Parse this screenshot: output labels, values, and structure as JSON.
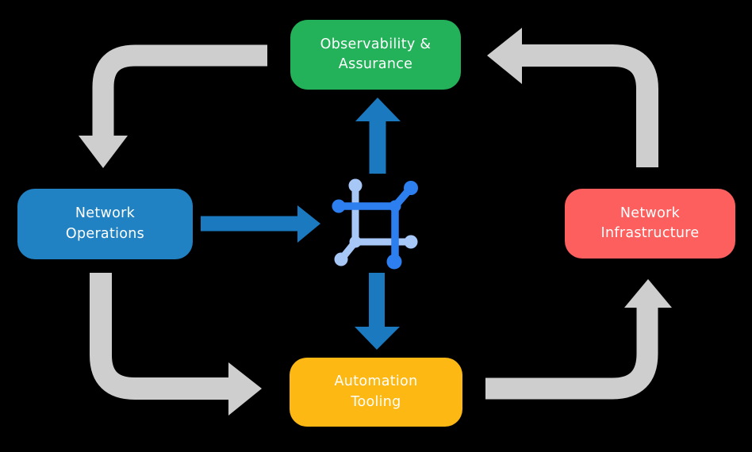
{
  "diagram": {
    "type": "cycle-flow-diagram",
    "background": "#000000",
    "colors": {
      "arrow_gray": "#CECECE",
      "arrow_blue": "#1B79C0",
      "icon_blue_dark": "#2D7FF0",
      "icon_blue_light": "#A7C7F6",
      "node_green": "#23B159",
      "node_blue": "#2182C3",
      "node_red": "#FC5F5D",
      "node_yellow": "#FDB813",
      "text": "#FFFFFF"
    },
    "nodes": [
      {
        "id": "observability-assurance",
        "lines": [
          "Observability &",
          "Assurance"
        ],
        "color": "#23B159"
      },
      {
        "id": "network-operations",
        "lines": [
          "Network",
          "Operations"
        ],
        "color": "#2182C3"
      },
      {
        "id": "network-infrastructure",
        "lines": [
          "Network",
          "Infrastructure"
        ],
        "color": "#FC5F5D"
      },
      {
        "id": "automation-tooling",
        "lines": [
          "Automation",
          "Tooling"
        ],
        "color": "#FDB813"
      }
    ],
    "center_icon": {
      "name": "network-automation-icon"
    },
    "flows": [
      {
        "from": "observability-assurance",
        "to": "network-operations",
        "style": "gray"
      },
      {
        "from": "network-operations",
        "to": "automation-tooling",
        "style": "gray"
      },
      {
        "from": "automation-tooling",
        "to": "network-infrastructure",
        "style": "gray"
      },
      {
        "from": "network-infrastructure",
        "to": "observability-assurance",
        "style": "gray"
      },
      {
        "from": "network-operations",
        "to": "center-icon",
        "style": "blue"
      },
      {
        "from": "center-icon",
        "to": "observability-assurance",
        "style": "blue"
      },
      {
        "from": "center-icon",
        "to": "automation-tooling",
        "style": "blue"
      }
    ]
  }
}
